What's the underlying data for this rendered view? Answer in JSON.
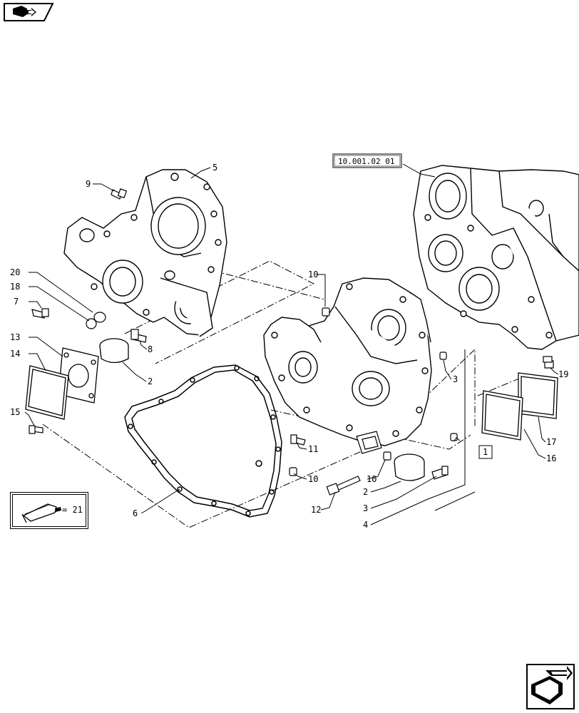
{
  "navigation": {
    "prev_label": "",
    "next_label": ""
  },
  "reference_box": "10.001.02 01",
  "callout_box": "1",
  "legend": {
    "value": "= 21"
  },
  "callouts": [
    "20",
    "18",
    "7",
    "13",
    "14",
    "15",
    "9",
    "5",
    "8",
    "2",
    "6",
    "10",
    "10",
    "11",
    "10",
    "12",
    "2",
    "3",
    "4",
    "3",
    "19",
    "17",
    "16"
  ]
}
